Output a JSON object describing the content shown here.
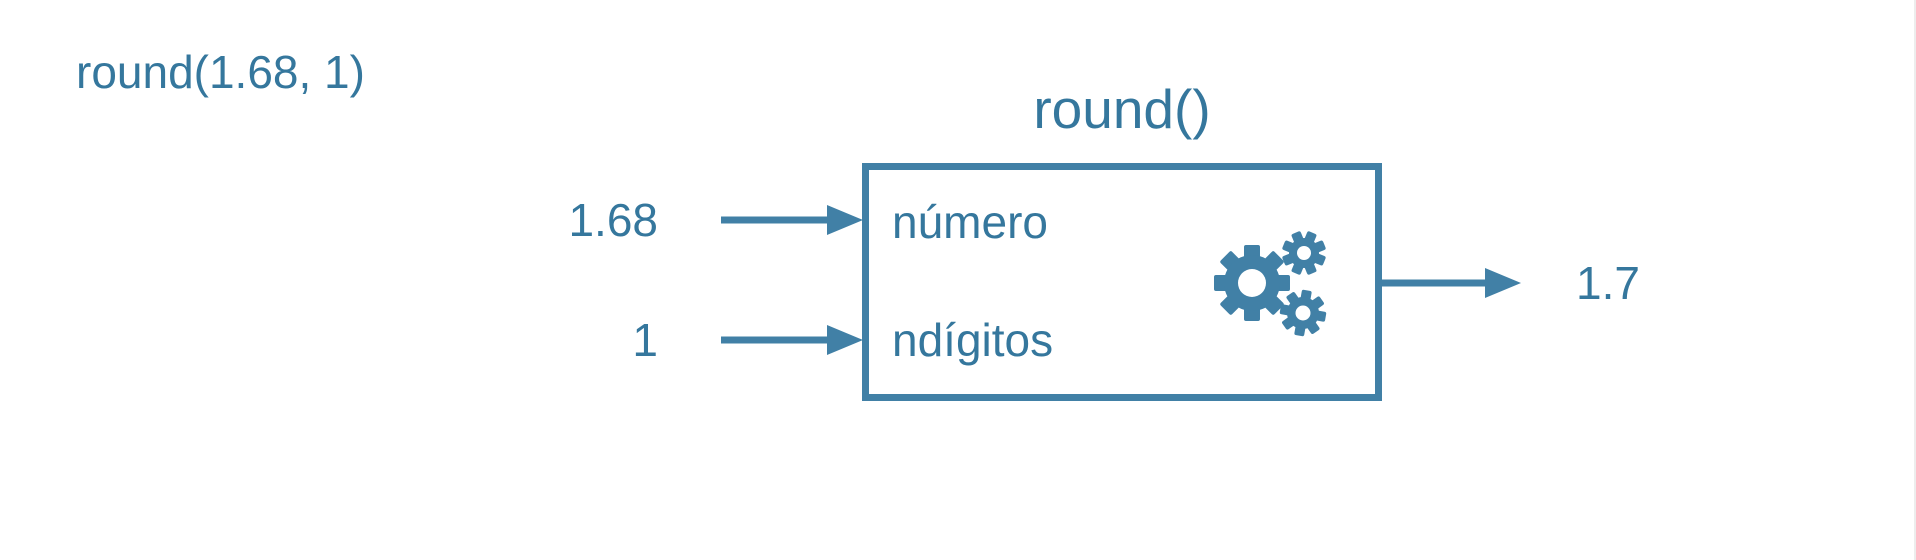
{
  "diagram": {
    "expression": "round(1.68, 1)",
    "function": {
      "title": "round()",
      "parameters": [
        {
          "label": "número",
          "input_value": "1.68"
        },
        {
          "label": "ndígitos",
          "input_value": "1"
        }
      ],
      "icon": "gears-icon"
    },
    "output_value": "1.7"
  },
  "colors": {
    "ink": "#35779D",
    "shape": "#4180A6",
    "background": "#FFFFFF"
  }
}
